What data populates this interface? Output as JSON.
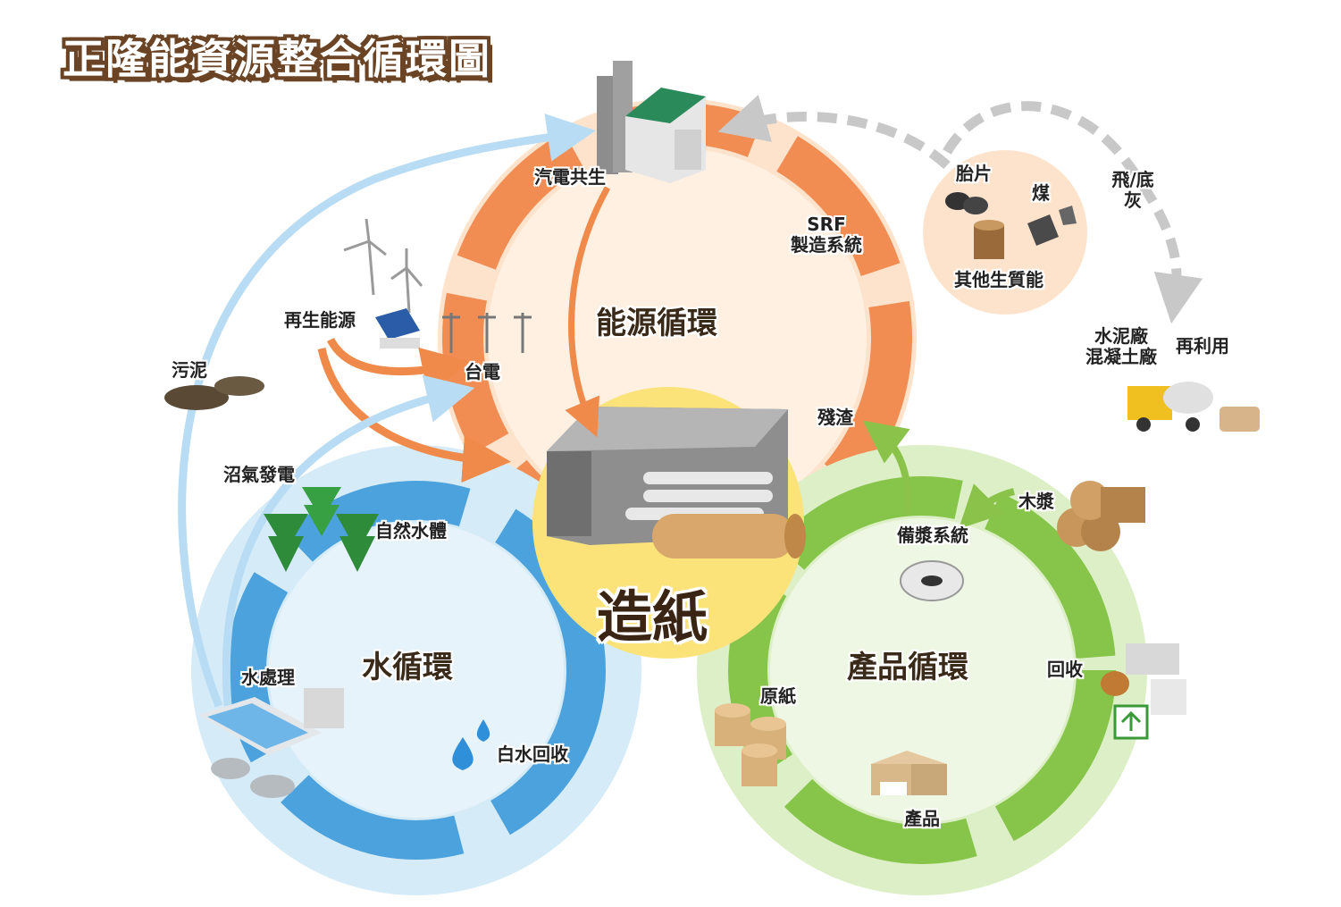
{
  "title": "正隆能資源整合循環圖",
  "center_label": "造紙",
  "cycles": {
    "energy": {
      "label": "能源循環",
      "color": "#f08a4b",
      "bg": "#fde0c8"
    },
    "water": {
      "label": "水循環",
      "color": "#4aa3df",
      "bg": "#d6ecf9"
    },
    "product": {
      "label": "產品循環",
      "color": "#8bc34a",
      "bg": "#dcefc4"
    }
  },
  "energy_nodes": {
    "cogeneration": "汽電共生",
    "srf_line1": "SRF",
    "srf_line2": "製造系統",
    "residue": "殘渣",
    "taipower": "台電",
    "renewable": "再生能源"
  },
  "fuel_bubble": {
    "tire_chips": "胎片",
    "coal": "煤",
    "biomass": "其他生質能"
  },
  "ash": {
    "label_line1": "飛/底",
    "label_line2": "灰",
    "cement_line1": "水泥廠",
    "cement_line2": "混凝土廠",
    "reuse": "再利用"
  },
  "water_nodes": {
    "sludge": "污泥",
    "biogas": "沼氣發電",
    "natural_water": "自然水體",
    "treatment": "水處理",
    "white_water": "白水回收"
  },
  "product_nodes": {
    "pulp": "木漿",
    "stock_prep": "備漿系統",
    "recycling": "回收",
    "base_paper": "原紙",
    "products": "產品"
  }
}
